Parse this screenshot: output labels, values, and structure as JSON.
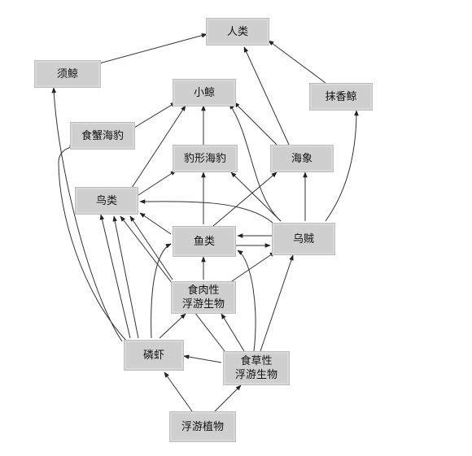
{
  "header": {
    "corner_text": ""
  },
  "nodes": {
    "humans": "人类",
    "baleen_whale": "须鲸",
    "sperm_whale": "抹香鲸",
    "small_whale": "小鲸",
    "crabeater_seal": "食蟹海豹",
    "leopard_seal": "豹形海豹",
    "elephant_seal": "海象",
    "birds": "鸟类",
    "fish": "鱼类",
    "squid": "乌贼",
    "carnivorous_plankton": "食肉性\n浮游生物",
    "krill": "磷虾",
    "herbivorous_plankton": "食草性\n浮游生物",
    "phytoplankton": "浮游植物"
  },
  "caption": ""
}
